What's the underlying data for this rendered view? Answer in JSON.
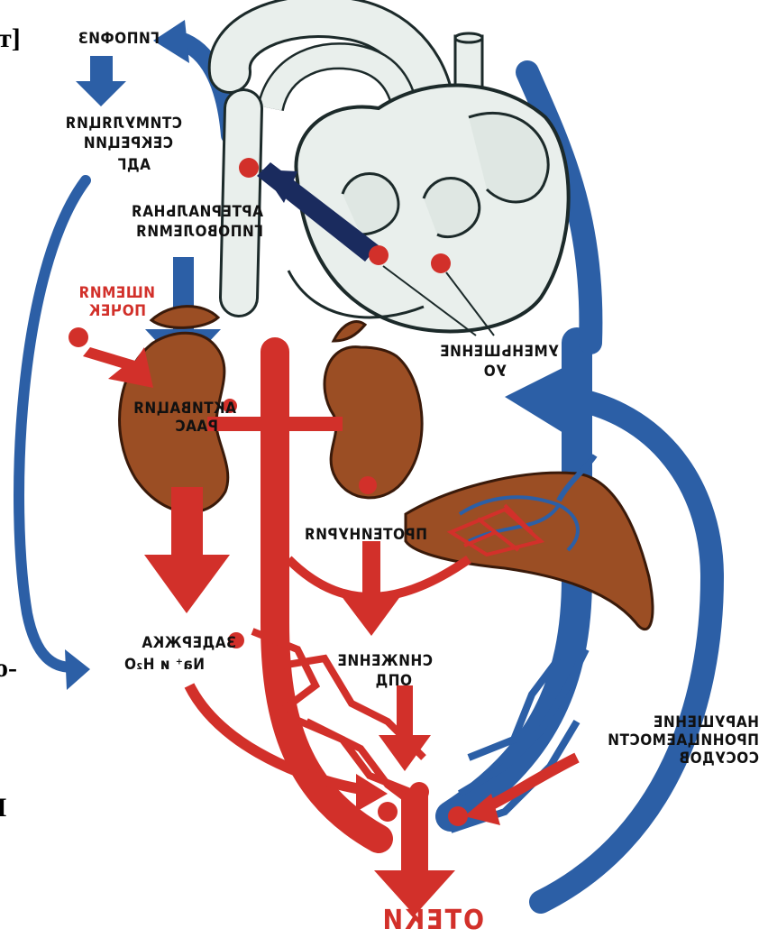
{
  "colors": {
    "artery": "#d2302a",
    "vein": "#2c5fa6",
    "kidney": "#9b4e24",
    "heart": "#e9efec",
    "label_dark": "#111111",
    "label_red": "#d2302a"
  },
  "labels": {
    "hypophysis": "ГИПОФИЗ",
    "adh_secretion": "СТИМУЛЯЦИЯ СЕКРЕЦИИ АДГ",
    "arterial_hypovolemia": "АРТЕРИАЛЬНАЯ ГИПОВОЛЕМИЯ",
    "kidney_ischemia": "ИШЕМИЯ ПОЧЕК",
    "raas_activation": "АКТИВАЦИЯ РААС",
    "cardiac_output_decrease": "УМЕНЬШЕНИЕ УО",
    "proteinuria": "ПРОТЕИНУРИЯ",
    "sodium_water_retention": "ЗАДЕРЖКА Na⁺ и H₂O",
    "opd_decrease": "СНИЖЕНИЕ ОПД",
    "vessel_permeability": "НАРУШЕНИЕ ПРОНИЦАЕМОСТИ СОСУДОВ",
    "edema": "ОТЕКИ"
  },
  "edge_fragments": {
    "top_left": "т]",
    "mid_left": "о-",
    "lower_left": "I"
  }
}
